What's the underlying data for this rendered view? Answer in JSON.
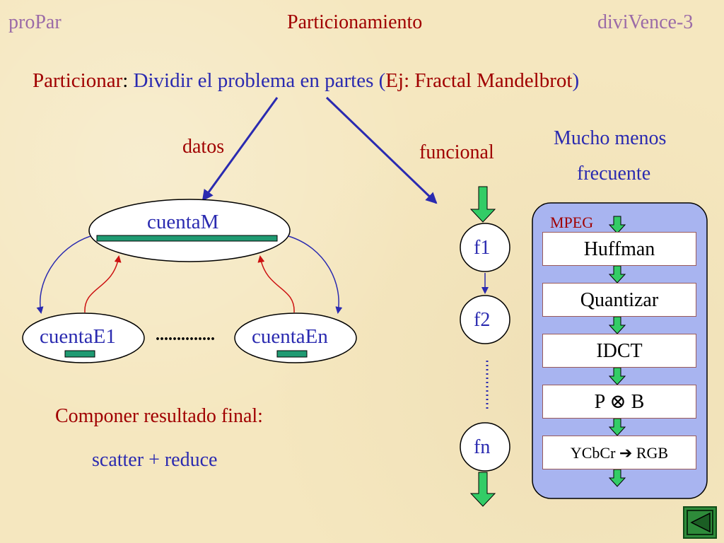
{
  "header": {
    "left": "proPar",
    "center": "Particionamiento",
    "right": "diviVence-3"
  },
  "subtitle": {
    "term": "Particionar",
    "colon": ":",
    "desc": " Dividir el problema en partes (",
    "example": "Ej: Fractal Mandelbrot",
    "close": ")"
  },
  "labels": {
    "datos": "datos",
    "funcional": "funcional",
    "rare_line1": "Mucho menos",
    "rare_line2": "frecuente"
  },
  "data_side": {
    "master": "cuentaM",
    "worker1": "cuentaE1",
    "worker_n": "cuentaEn",
    "ellipsis": "..............",
    "compose_title": "Componer resultado final:",
    "compose_detail": "scatter + reduce"
  },
  "functional_side": {
    "f1": "f1",
    "f2": "f2",
    "fn": "fn"
  },
  "pipeline": {
    "label": "MPEG",
    "stages": [
      "Huffman",
      "Quantizar",
      "IDCT",
      "P ⊗ B",
      "YCbCr ➔ RGB"
    ]
  },
  "colors": {
    "blue_arrow": "#2a2ab0",
    "red_arrow": "#cc1111",
    "green_arrow": "#33cc66",
    "pipeline_bg": "#a8b4f0"
  }
}
